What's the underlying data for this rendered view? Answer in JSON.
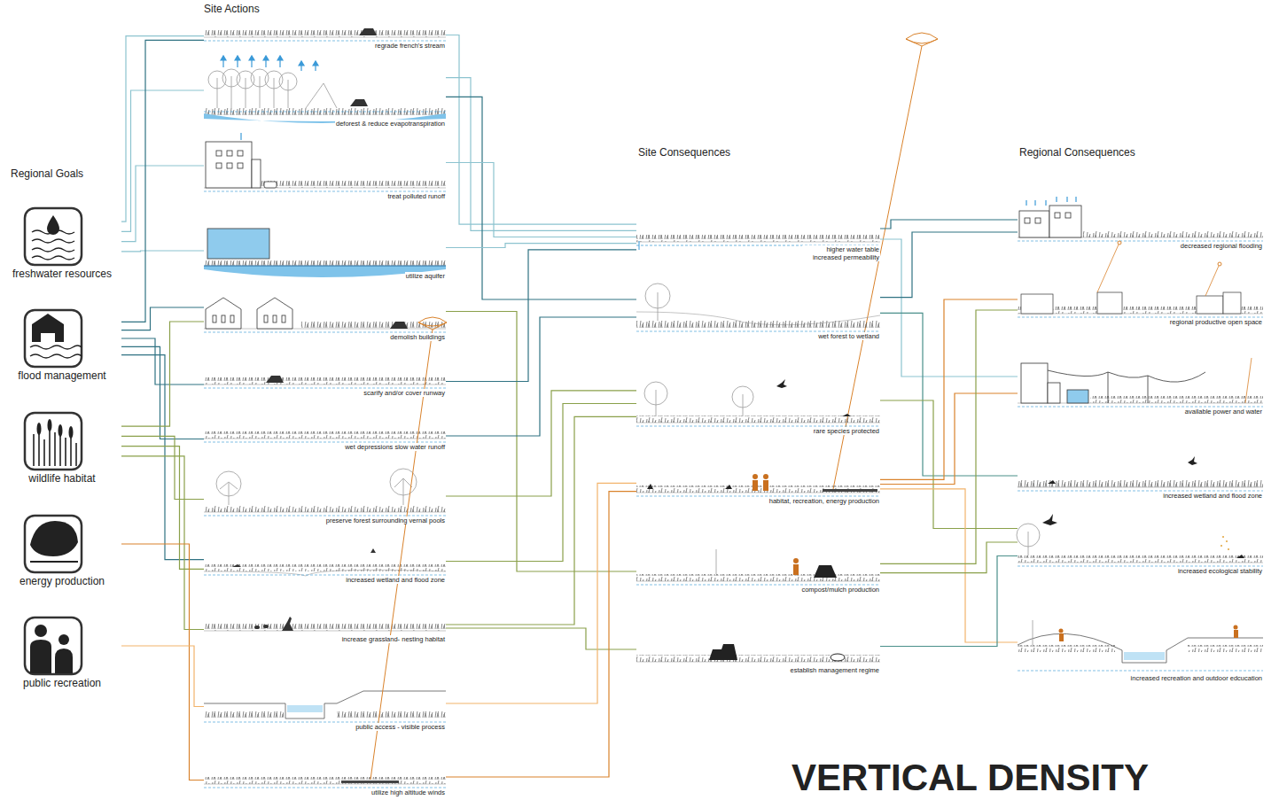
{
  "diagram": {
    "nodes": [
      {
        "text": [
          "freshwater resources"
        ]
      },
      {
        "text": [
          "flood management"
        ]
      },
      {
        "text": [
          "wildlife habitat"
        ]
      },
      {
        "text": [
          "energy production"
        ]
      },
      {
        "text": [
          "public recreation"
        ]
      },
      {
        "text": [
          "regrade french's stream"
        ]
      },
      {
        "text": [
          "deforest & reduce evapotranspiration"
        ]
      },
      {
        "text": [
          "treat polluted runoff"
        ]
      },
      {
        "text": [
          "utilize aquifer"
        ]
      },
      {
        "text": [
          "demolish buildings"
        ]
      },
      {
        "text": [
          "scarify and/or cover runway"
        ]
      },
      {
        "text": [
          "wet depressions slow water runoff"
        ]
      },
      {
        "text": [
          "preserve forest surrounding vernal pools"
        ]
      },
      {
        "text": [
          "increased wetland and flood zone"
        ]
      },
      {
        "text": [
          "increase grassland- nesting habitat"
        ]
      },
      {
        "text": [
          "public access - visible process"
        ]
      },
      {
        "text": [
          "utilize high altitude winds"
        ]
      },
      {
        "text": [
          "higher water table increased permeability"
        ]
      },
      {
        "text": [
          "wet forest to wetland"
        ]
      },
      {
        "text": [
          "rare species protected"
        ]
      },
      {
        "text": [
          "habitat, recreation, energy production"
        ]
      },
      {
        "text": [
          "compost/mulch production"
        ]
      },
      {
        "text": [
          "establish management regime"
        ]
      },
      {
        "text": [
          "decreased regional flooding"
        ]
      },
      {
        "text": [
          "regional productive open space"
        ]
      },
      {
        "text": [
          "available power and water"
        ]
      },
      {
        "text": [
          "increased wetland and flood zone"
        ]
      },
      {
        "text": [
          "increased ecological stability"
        ]
      },
      {
        "text": [
          "increased recreation and outdoor edcucation"
        ]
      }
    ],
    "edges": [
      {
        "from": 0,
        "to": 5,
        "arrow": "none"
      },
      {
        "from": 0,
        "to": 6,
        "arrow": "none"
      },
      {
        "from": 0,
        "to": 7,
        "arrow": "none"
      },
      {
        "from": 0,
        "to": 8,
        "arrow": "none"
      },
      {
        "from": 1,
        "to": 5,
        "arrow": "none"
      },
      {
        "from": 1,
        "to": 9,
        "arrow": "none"
      },
      {
        "from": 1,
        "to": 10,
        "arrow": "none"
      },
      {
        "from": 1,
        "to": 11,
        "arrow": "none"
      },
      {
        "from": 1,
        "to": 13,
        "arrow": "none"
      },
      {
        "from": 2,
        "to": 9,
        "arrow": "none"
      },
      {
        "from": 2,
        "to": 12,
        "arrow": "none"
      },
      {
        "from": 2,
        "to": 13,
        "arrow": "none"
      },
      {
        "from": 2,
        "to": 14,
        "arrow": "none"
      },
      {
        "from": 3,
        "to": 16,
        "arrow": "none"
      },
      {
        "from": 4,
        "to": 15,
        "arrow": "none"
      },
      {
        "from": 5,
        "to": 17,
        "arrow": "none"
      },
      {
        "from": 6,
        "to": 17,
        "arrow": "none"
      },
      {
        "from": 6,
        "to": 18,
        "arrow": "none"
      },
      {
        "from": 7,
        "to": 17,
        "arrow": "none"
      },
      {
        "from": 8,
        "to": 17,
        "arrow": "none"
      },
      {
        "from": 9,
        "to": 21,
        "arrow": "none"
      },
      {
        "from": 10,
        "to": 17,
        "arrow": "none"
      },
      {
        "from": 11,
        "to": 18,
        "arrow": "none"
      },
      {
        "from": 12,
        "to": 19,
        "arrow": "none"
      },
      {
        "from": 13,
        "to": 19,
        "arrow": "none"
      },
      {
        "from": 14,
        "to": 19,
        "arrow": "none"
      },
      {
        "from": 14,
        "to": 22,
        "arrow": "none"
      },
      {
        "from": 15,
        "to": 20,
        "arrow": "none"
      },
      {
        "from": 16,
        "to": 20,
        "arrow": "none"
      },
      {
        "from": 17,
        "to": 23,
        "arrow": "none"
      },
      {
        "from": 17,
        "to": 25,
        "arrow": "none"
      },
      {
        "from": 18,
        "to": 23,
        "arrow": "none"
      },
      {
        "from": 18,
        "to": 26,
        "arrow": "none"
      },
      {
        "from": 19,
        "to": 27,
        "arrow": "none"
      },
      {
        "from": 20,
        "to": 24,
        "arrow": "none"
      },
      {
        "from": 20,
        "to": 25,
        "arrow": "none"
      },
      {
        "from": 20,
        "to": 28,
        "arrow": "none"
      },
      {
        "from": 21,
        "to": 24,
        "arrow": "none"
      },
      {
        "from": 21,
        "to": 27,
        "arrow": "none"
      },
      {
        "from": 22,
        "to": 27,
        "arrow": "none"
      }
    ],
    "labels": [
      "Site Actions",
      "Regional Goals",
      "Site Consequences",
      "Regional Consequences",
      "VERTICAL DENSITY"
    ]
  }
}
